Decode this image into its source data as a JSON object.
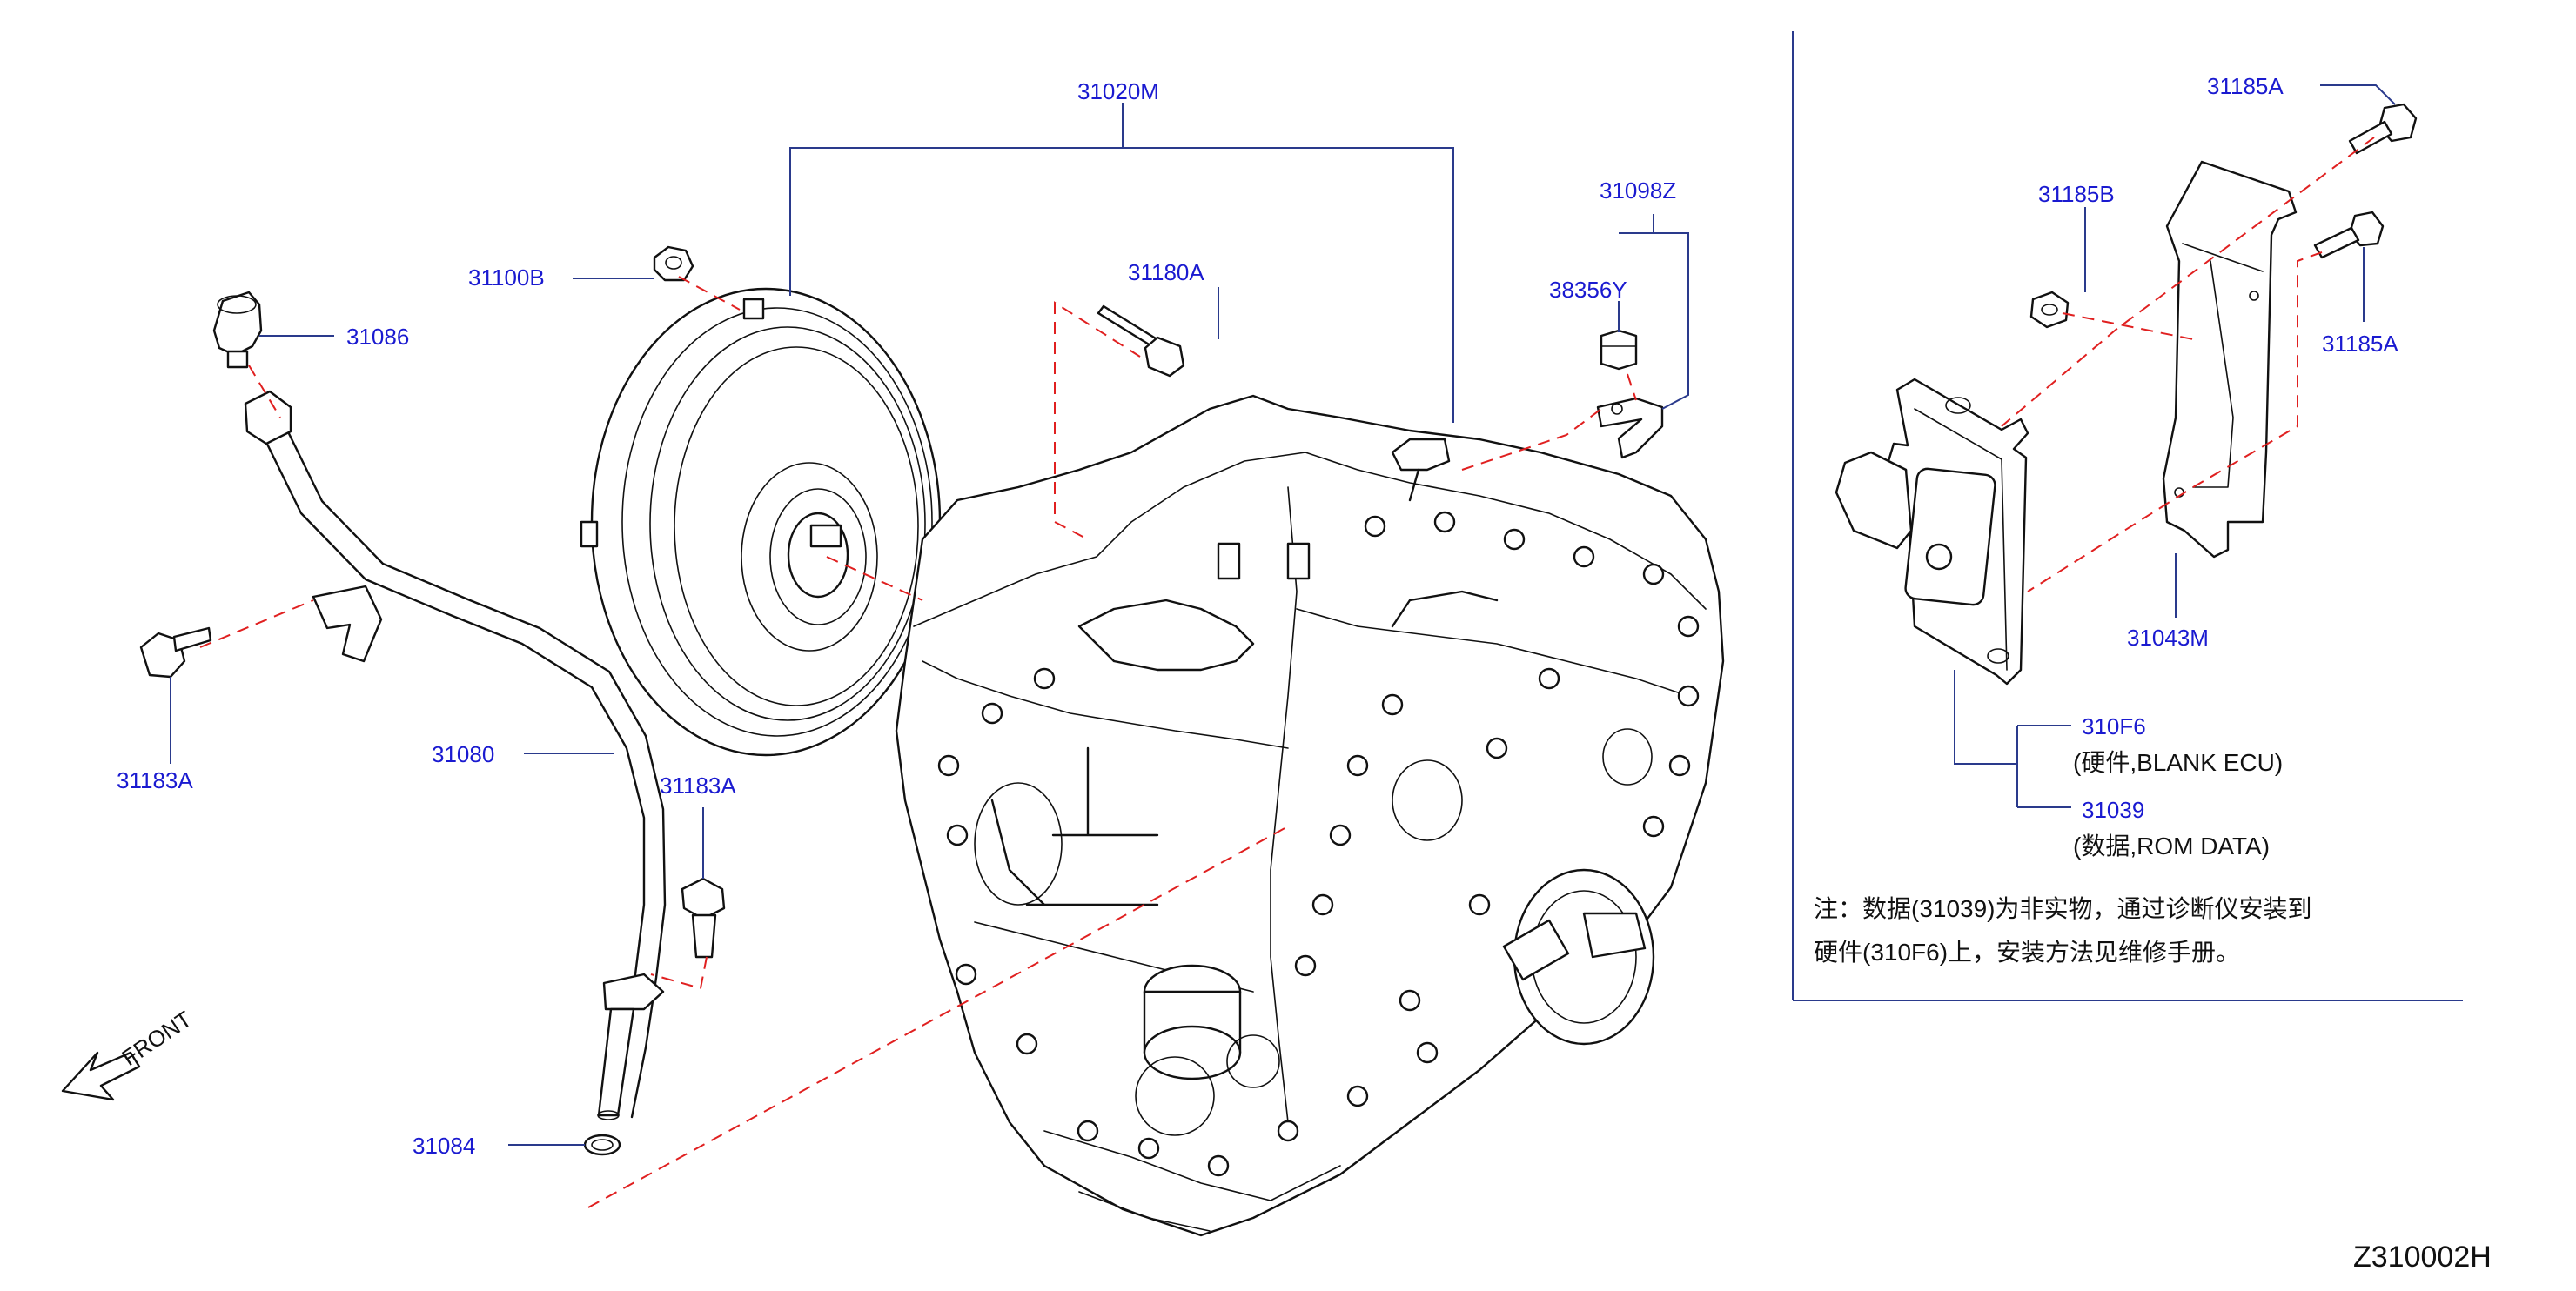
{
  "parts": {
    "p31020M": "31020M",
    "p31100B": "31100B",
    "p31180A": "31180A",
    "p31098Z": "31098Z",
    "p38356Y": "38356Y",
    "p31086": "31086",
    "p31183A_left": "31183A",
    "p31080": "31080",
    "p31183A_mid": "31183A",
    "p31084": "31084",
    "p31185A_top": "31185A",
    "p31185B": "31185B",
    "p31185A_right": "31185A",
    "p31043M": "31043M",
    "p310F6": "310F6",
    "p31039": "31039"
  },
  "descriptions": {
    "d310F6": "(硬件,BLANK   ECU)",
    "d31039": "(数据,ROM   DATA)"
  },
  "note": {
    "line1": "注：数据(31039)为非实物，通过诊断仪安装到",
    "line2": "硬件(310F6)上，安装方法见维修手册。"
  },
  "front_label": "FRONT",
  "diagram_id": "Z310002H"
}
